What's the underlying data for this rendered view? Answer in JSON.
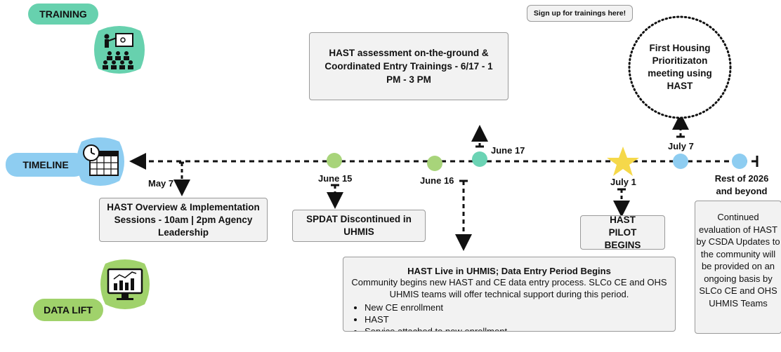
{
  "labels": {
    "training": "TRAINING",
    "timeline": "TIMELINE",
    "data_lift": "DATA LIFT",
    "signup": "Sign up for trainings here!"
  },
  "events": {
    "hast_training": "HAST assessment on-the-ground & Coordinated Entry Trainings - 6/17 - 1 PM - 3 PM",
    "first_housing": "First Housing Prioritizaton meeting using HAST",
    "overview": "HAST Overview & Implementation Sessions - 10am | 2pm Agency Leadership",
    "spdat": "SPDAT Discontinued in UHMIS",
    "pilot": "HAST PILOT BEGINS",
    "live": {
      "title": "HAST Live in UHMIS; Data Entry Period Begins",
      "body": "Community begins new HAST and CE data entry process.  SLCo CE and OHS UHMIS teams will offer technical support during this period.",
      "bullets": [
        "New CE enrollment",
        "HAST",
        "Service attached to new enrollment"
      ]
    },
    "continued": "Continued evaluation of HAST by CSDA Updates to the community will be provided on an ongoing basis by SLCo CE and OHS UHMIS Teams"
  },
  "dates": {
    "may7": "May 7",
    "june15": "June 15",
    "june16": "June 16",
    "june17": "June 17",
    "july1": "July 1",
    "july7": "July 7",
    "rest": "Rest of 2026 and beyond"
  },
  "colors": {
    "training_green": "#67d1ae",
    "timeline_blue": "#8ecdf1",
    "datalift_green": "#a0d26b",
    "dot_green": "#a8d47a",
    "dot_teal": "#6bd3b4",
    "dot_blue": "#8ecdf1",
    "star_yellow": "#f5d84a"
  },
  "icons": {
    "training": "presentation-audience-icon",
    "timeline": "calendar-clock-icon",
    "data_lift": "monitor-chart-icon"
  }
}
